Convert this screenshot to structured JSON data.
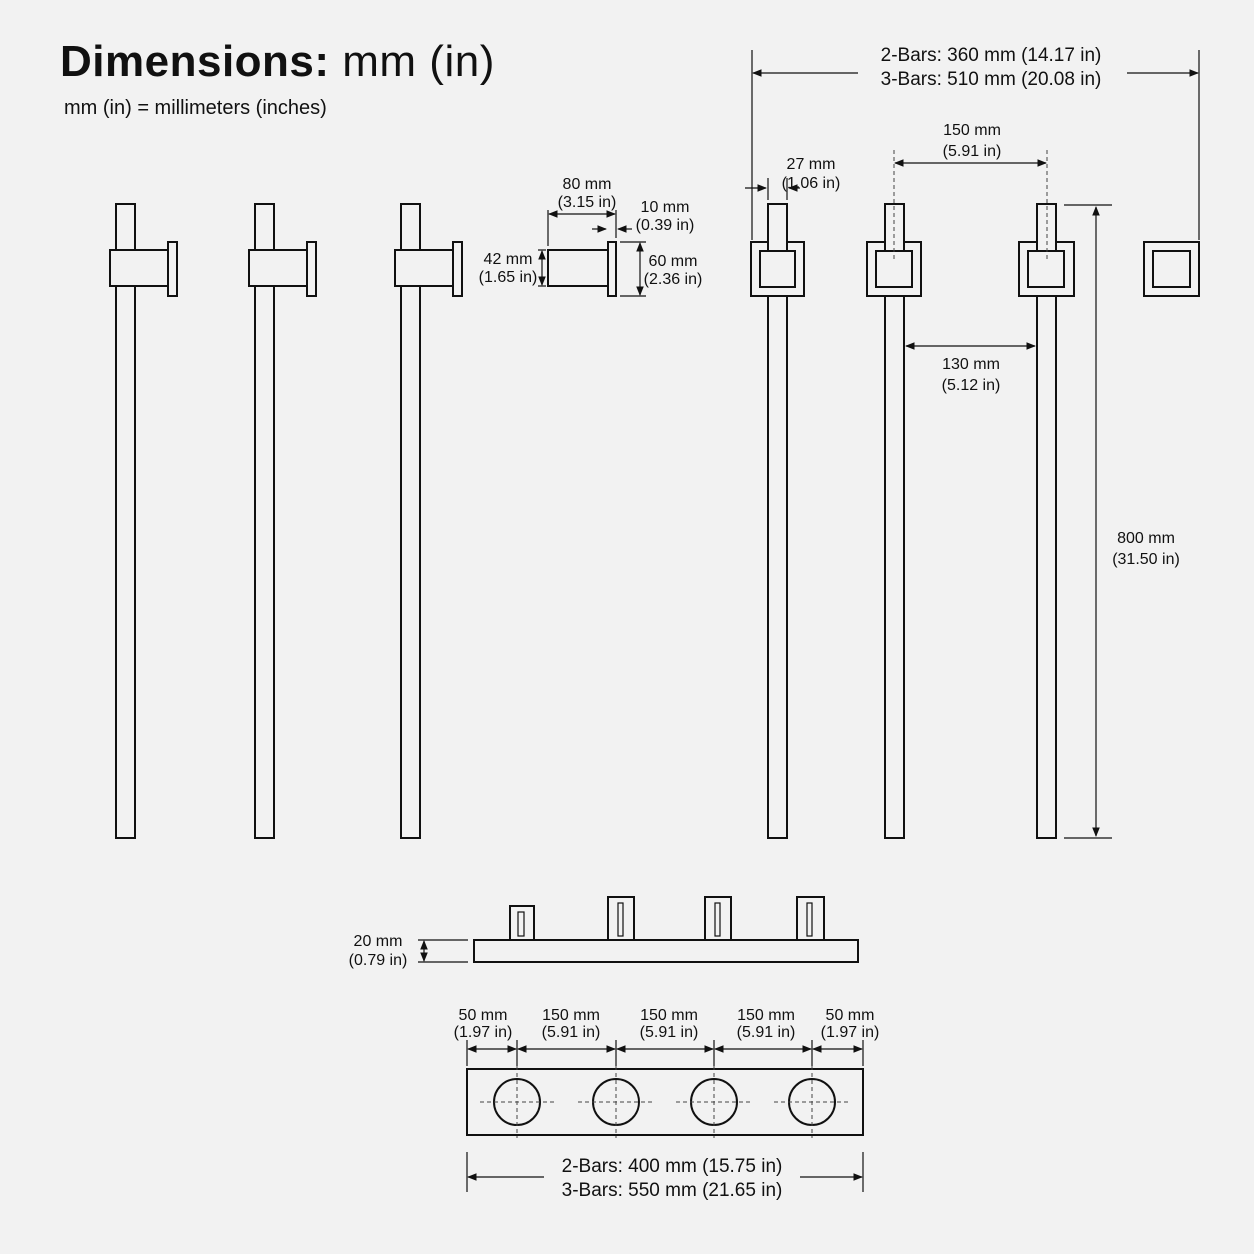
{
  "title": {
    "main": "Dimensions:",
    "unit": "mm (in)"
  },
  "subtitle": "mm (in) = millimeters (inches)",
  "dimensions": {
    "overall_width_2bars": "2-Bars: 360 mm (14.17 in)",
    "overall_width_3bars": "3-Bars: 510 mm (20.08 in)",
    "bar_spacing_mm": "150 mm",
    "bar_spacing_in": "(5.91 in)",
    "bar_gap_mm": "130 mm",
    "bar_gap_in": "(5.12 in)",
    "bar_width_mm": "27 mm",
    "bar_width_in": "(1.06 in)",
    "bar_length_mm": "800 mm",
    "bar_length_in": "(31.50 in)",
    "bracket_depth_mm": "80 mm",
    "bracket_depth_in": "(3.15 in)",
    "cap_thickness_mm": "10 mm",
    "cap_thickness_in": "(0.39 in)",
    "bracket_height_mm": "42 mm",
    "bracket_height_in": "(1.65 in)",
    "cap_height_mm": "60 mm",
    "cap_height_in": "(2.36 in)",
    "plate_thickness_mm": "20 mm",
    "plate_thickness_in": "(0.79 in)",
    "plate_edge_mm": "50 mm",
    "plate_edge_in": "(1.97 in)",
    "plate_spacing_mm": "150 mm",
    "plate_spacing_in": "(5.91 in)",
    "plate_width_2bars": "2-Bars: 400 mm (15.75 in)",
    "plate_width_3bars": "3-Bars: 550 mm (21.65 in)"
  },
  "colors": {
    "background": "#f2f2f2",
    "line": "#111111"
  }
}
